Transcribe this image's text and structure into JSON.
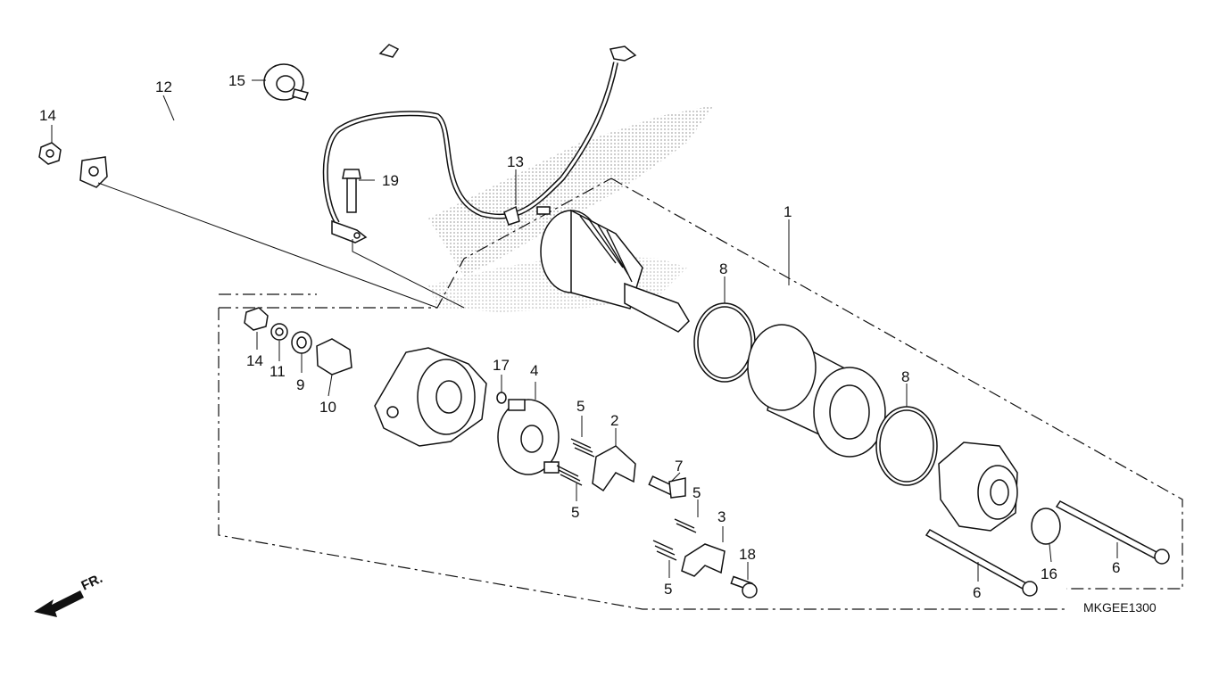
{
  "diagram": {
    "code": "MKGEE1300",
    "front_label": "FR.",
    "callouts": {
      "c1": "1",
      "c2": "2",
      "c3": "3",
      "c4": "4",
      "c5a": "5",
      "c5b": "5",
      "c5c": "5",
      "c5d": "5",
      "c6a": "6",
      "c6b": "6",
      "c7": "7",
      "c8a": "8",
      "c8b": "8",
      "c9": "9",
      "c10": "10",
      "c11": "11",
      "c12": "12",
      "c13": "13",
      "c14a": "14",
      "c14b": "14",
      "c15": "15",
      "c16": "16",
      "c17": "17",
      "c18": "18",
      "c19": "19"
    }
  },
  "watermark": {
    "color": "#9a9a9a"
  }
}
